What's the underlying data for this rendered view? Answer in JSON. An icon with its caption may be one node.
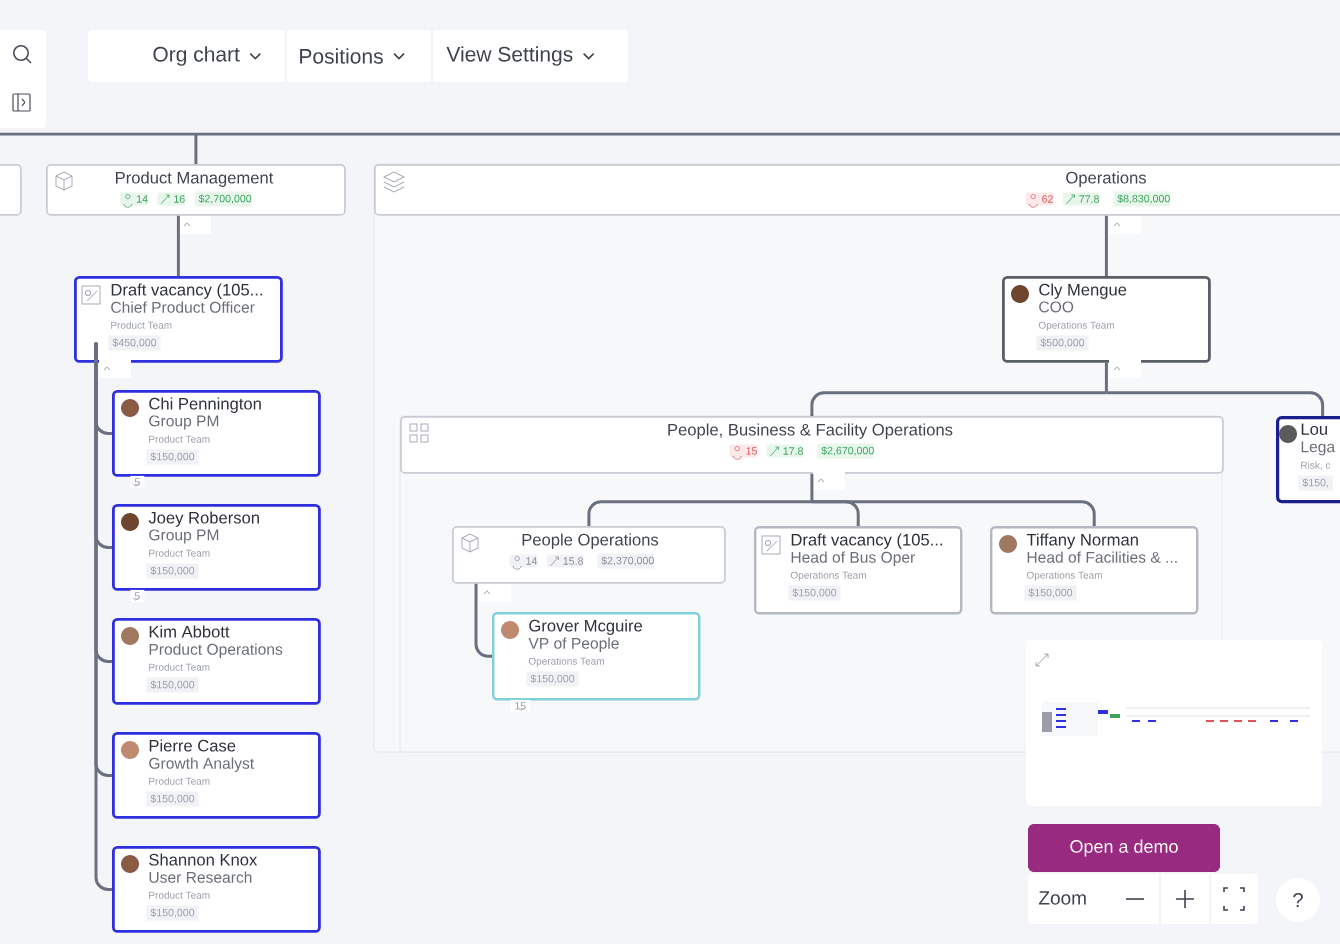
{
  "diagram": {
    "nodes": [
      {
        "text": [
          "Product Management",
          "14",
          "16",
          "$2,700,000"
        ]
      },
      {
        "text": [
          "Operations",
          "62",
          "77.8",
          "$8,830,000"
        ]
      },
      {
        "text": [
          "Draft vacancy (105...",
          "Chief Product Officer",
          "Product Team",
          "$450,000"
        ]
      },
      {
        "text": [
          "Chi Pennington",
          "Group PM",
          "Product Team",
          "$150,000"
        ],
        "beside": [
          "5"
        ]
      },
      {
        "text": [
          "Joey Roberson",
          "Group PM",
          "Product Team",
          "$150,000"
        ],
        "beside": [
          "5"
        ]
      },
      {
        "text": [
          "Kim Abbott",
          "Product Operations",
          "Product Team",
          "$150,000"
        ]
      },
      {
        "text": [
          "Pierre Case",
          "Growth Analyst",
          "Product Team",
          "$150,000"
        ]
      },
      {
        "text": [
          "Shannon Knox",
          "User Research",
          "Product Team",
          "$150,000"
        ]
      },
      {
        "text": [
          "Cly Mengue",
          "COO",
          "Operations Team",
          "$500,000"
        ]
      },
      {
        "text": [
          "People, Business & Facility Operations",
          "15",
          "17.8",
          "$2,670,000"
        ]
      },
      {
        "text": [
          "People Operations",
          "14",
          "15.8",
          "$2,370,000"
        ]
      },
      {
        "text": [
          "Draft vacancy (105...",
          "Head of Bus Oper",
          "Operations Team",
          "$150,000"
        ]
      },
      {
        "text": [
          "Tiffany Norman",
          "Head of Facilities & ...",
          "Operations Team",
          "$150,000"
        ]
      },
      {
        "text": [
          "Grover Mcguire",
          "VP of People",
          "Operations Team",
          "$150,000"
        ],
        "beside": [
          "15"
        ]
      },
      {
        "text": [
          "Lou",
          "Lega",
          "Risk, c",
          "$150,"
        ]
      },
      {
        "text": [],
        "shape": "box"
      }
    ],
    "edges": [
      {
        "from": null,
        "to": 0,
        "arrow": "none"
      },
      {
        "from": 0,
        "to": 2,
        "arrow": "none"
      },
      {
        "from": 2,
        "to": 3,
        "arrow": "none"
      },
      {
        "from": 2,
        "to": 4,
        "arrow": "none"
      },
      {
        "from": 2,
        "to": 5,
        "arrow": "none"
      },
      {
        "from": 2,
        "to": 6,
        "arrow": "none"
      },
      {
        "from": 2,
        "to": 7,
        "arrow": "none"
      },
      {
        "from": 1,
        "to": 8,
        "arrow": "none"
      },
      {
        "from": 8,
        "to": 9,
        "arrow": "none"
      },
      {
        "from": 9,
        "to": 10,
        "arrow": "none"
      },
      {
        "from": 9,
        "to": 11,
        "arrow": "none"
      },
      {
        "from": 9,
        "to": 12,
        "arrow": "none"
      },
      {
        "from": 10,
        "to": 13,
        "arrow": "none"
      },
      {
        "from": 8,
        "to": 14,
        "arrow": "none"
      }
    ],
    "labels": [
      "Org chart",
      "Positions",
      "View Settings",
      "Open a demo",
      "Zoom",
      "?"
    ]
  }
}
